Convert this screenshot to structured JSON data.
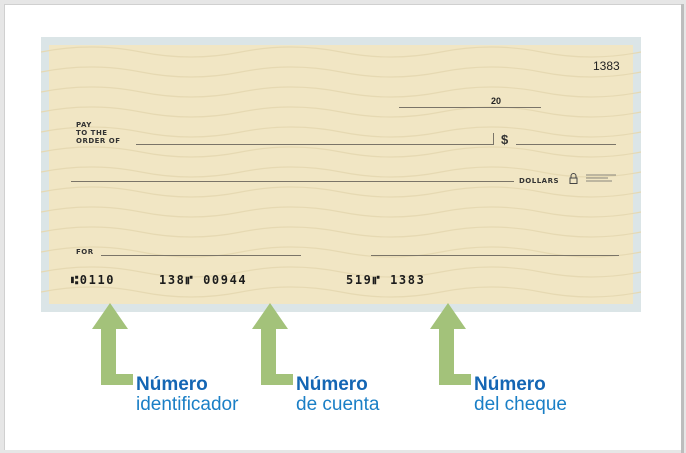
{
  "check": {
    "number": "1383",
    "year_suffix": "20",
    "pay_line": "PAY",
    "to_the_line": "TO THE",
    "order_of_line": "ORDER OF",
    "dollar_sign": "$",
    "dollars_label": "DOLLARS",
    "for_label": "FOR",
    "micr_routing": "⑆0110",
    "micr_account": "138⑈ 00944",
    "micr_check": "519⑈ 1383"
  },
  "labels": {
    "routing": {
      "title": "Número",
      "subtitle": "identificador"
    },
    "account": {
      "title": "Número",
      "subtitle": "de cuenta"
    },
    "check_number": {
      "title": "Número",
      "subtitle": "del cheque"
    }
  },
  "colors": {
    "check_paper": "#f1e6c4",
    "arrow": "#a3c27a",
    "label_blue": "#1a7fc6"
  },
  "icons": {
    "lock": "padlock-icon",
    "arrows": "up-arrow-icon"
  }
}
